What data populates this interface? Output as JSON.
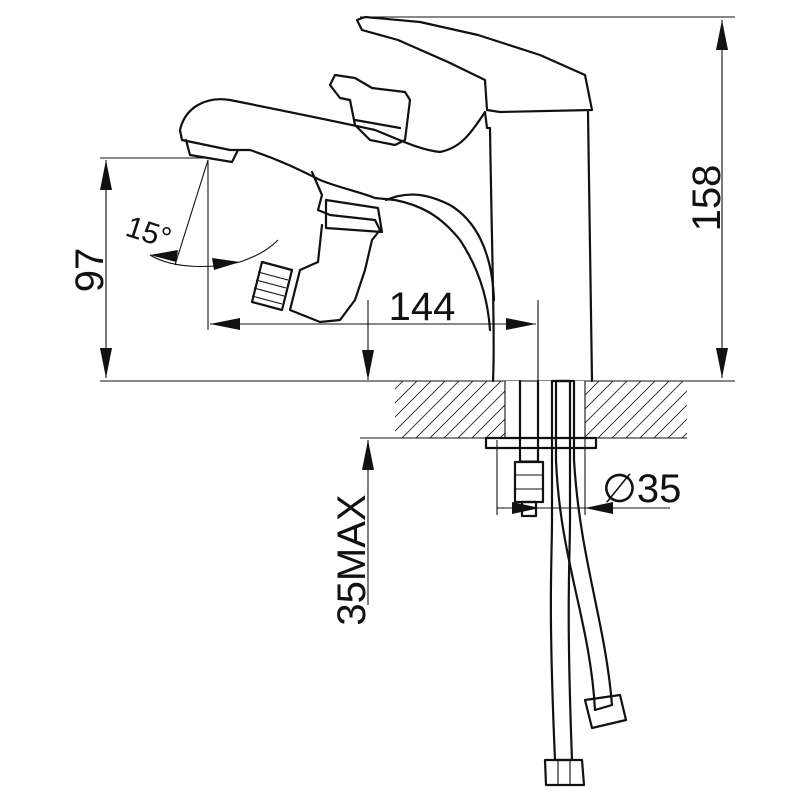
{
  "dimensions": {
    "total_height": "158",
    "spout_height": "97",
    "spout_reach": "144",
    "tilt_angle": "15°",
    "hole_diameter": "∅35",
    "max_deck_thickness": "35MAX"
  },
  "colors": {
    "line": "#111111",
    "background": "#ffffff"
  }
}
